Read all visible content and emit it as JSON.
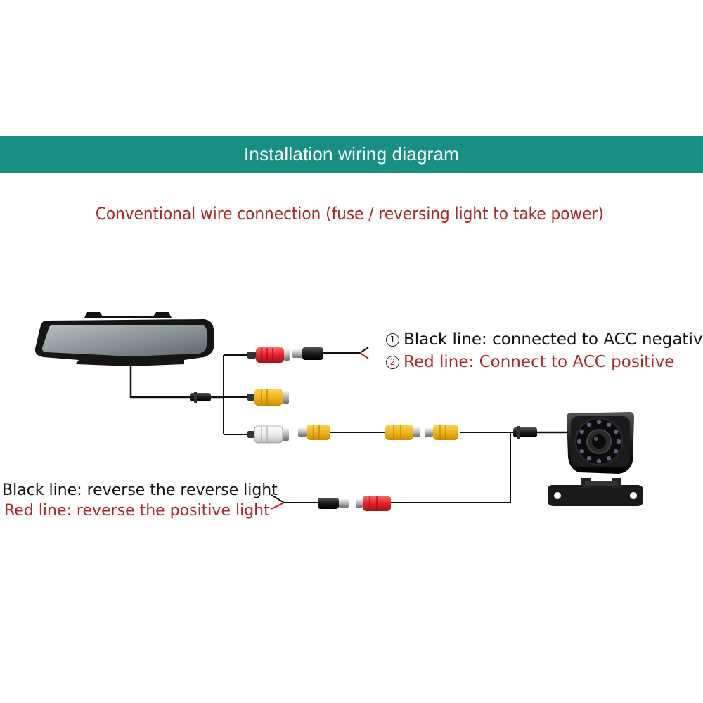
{
  "title": "Installation wiring diagram",
  "subtitle": "Conventional wire connection (fuse / reversing light to take power)",
  "labels": {
    "acc_negative": {
      "num": "1",
      "text": "Black line: connected to ACC negative"
    },
    "acc_positive": {
      "num": "2",
      "text": "Red line: Connect to ACC positive"
    },
    "reverse_black": "Black line: reverse the reverse light",
    "reverse_red": "Red line: reverse the positive light"
  },
  "colors": {
    "banner": "#178f82",
    "red_text": "#a7282a",
    "black_text": "#111111",
    "wire": "#111111",
    "red_connector": "#e2232a",
    "yellow_connector": "#f2b51c",
    "white_connector": "#eeeeee"
  },
  "components": {
    "monitor": "rearview-mirror-monitor",
    "camera": "backup-camera-with-ir-leds"
  }
}
